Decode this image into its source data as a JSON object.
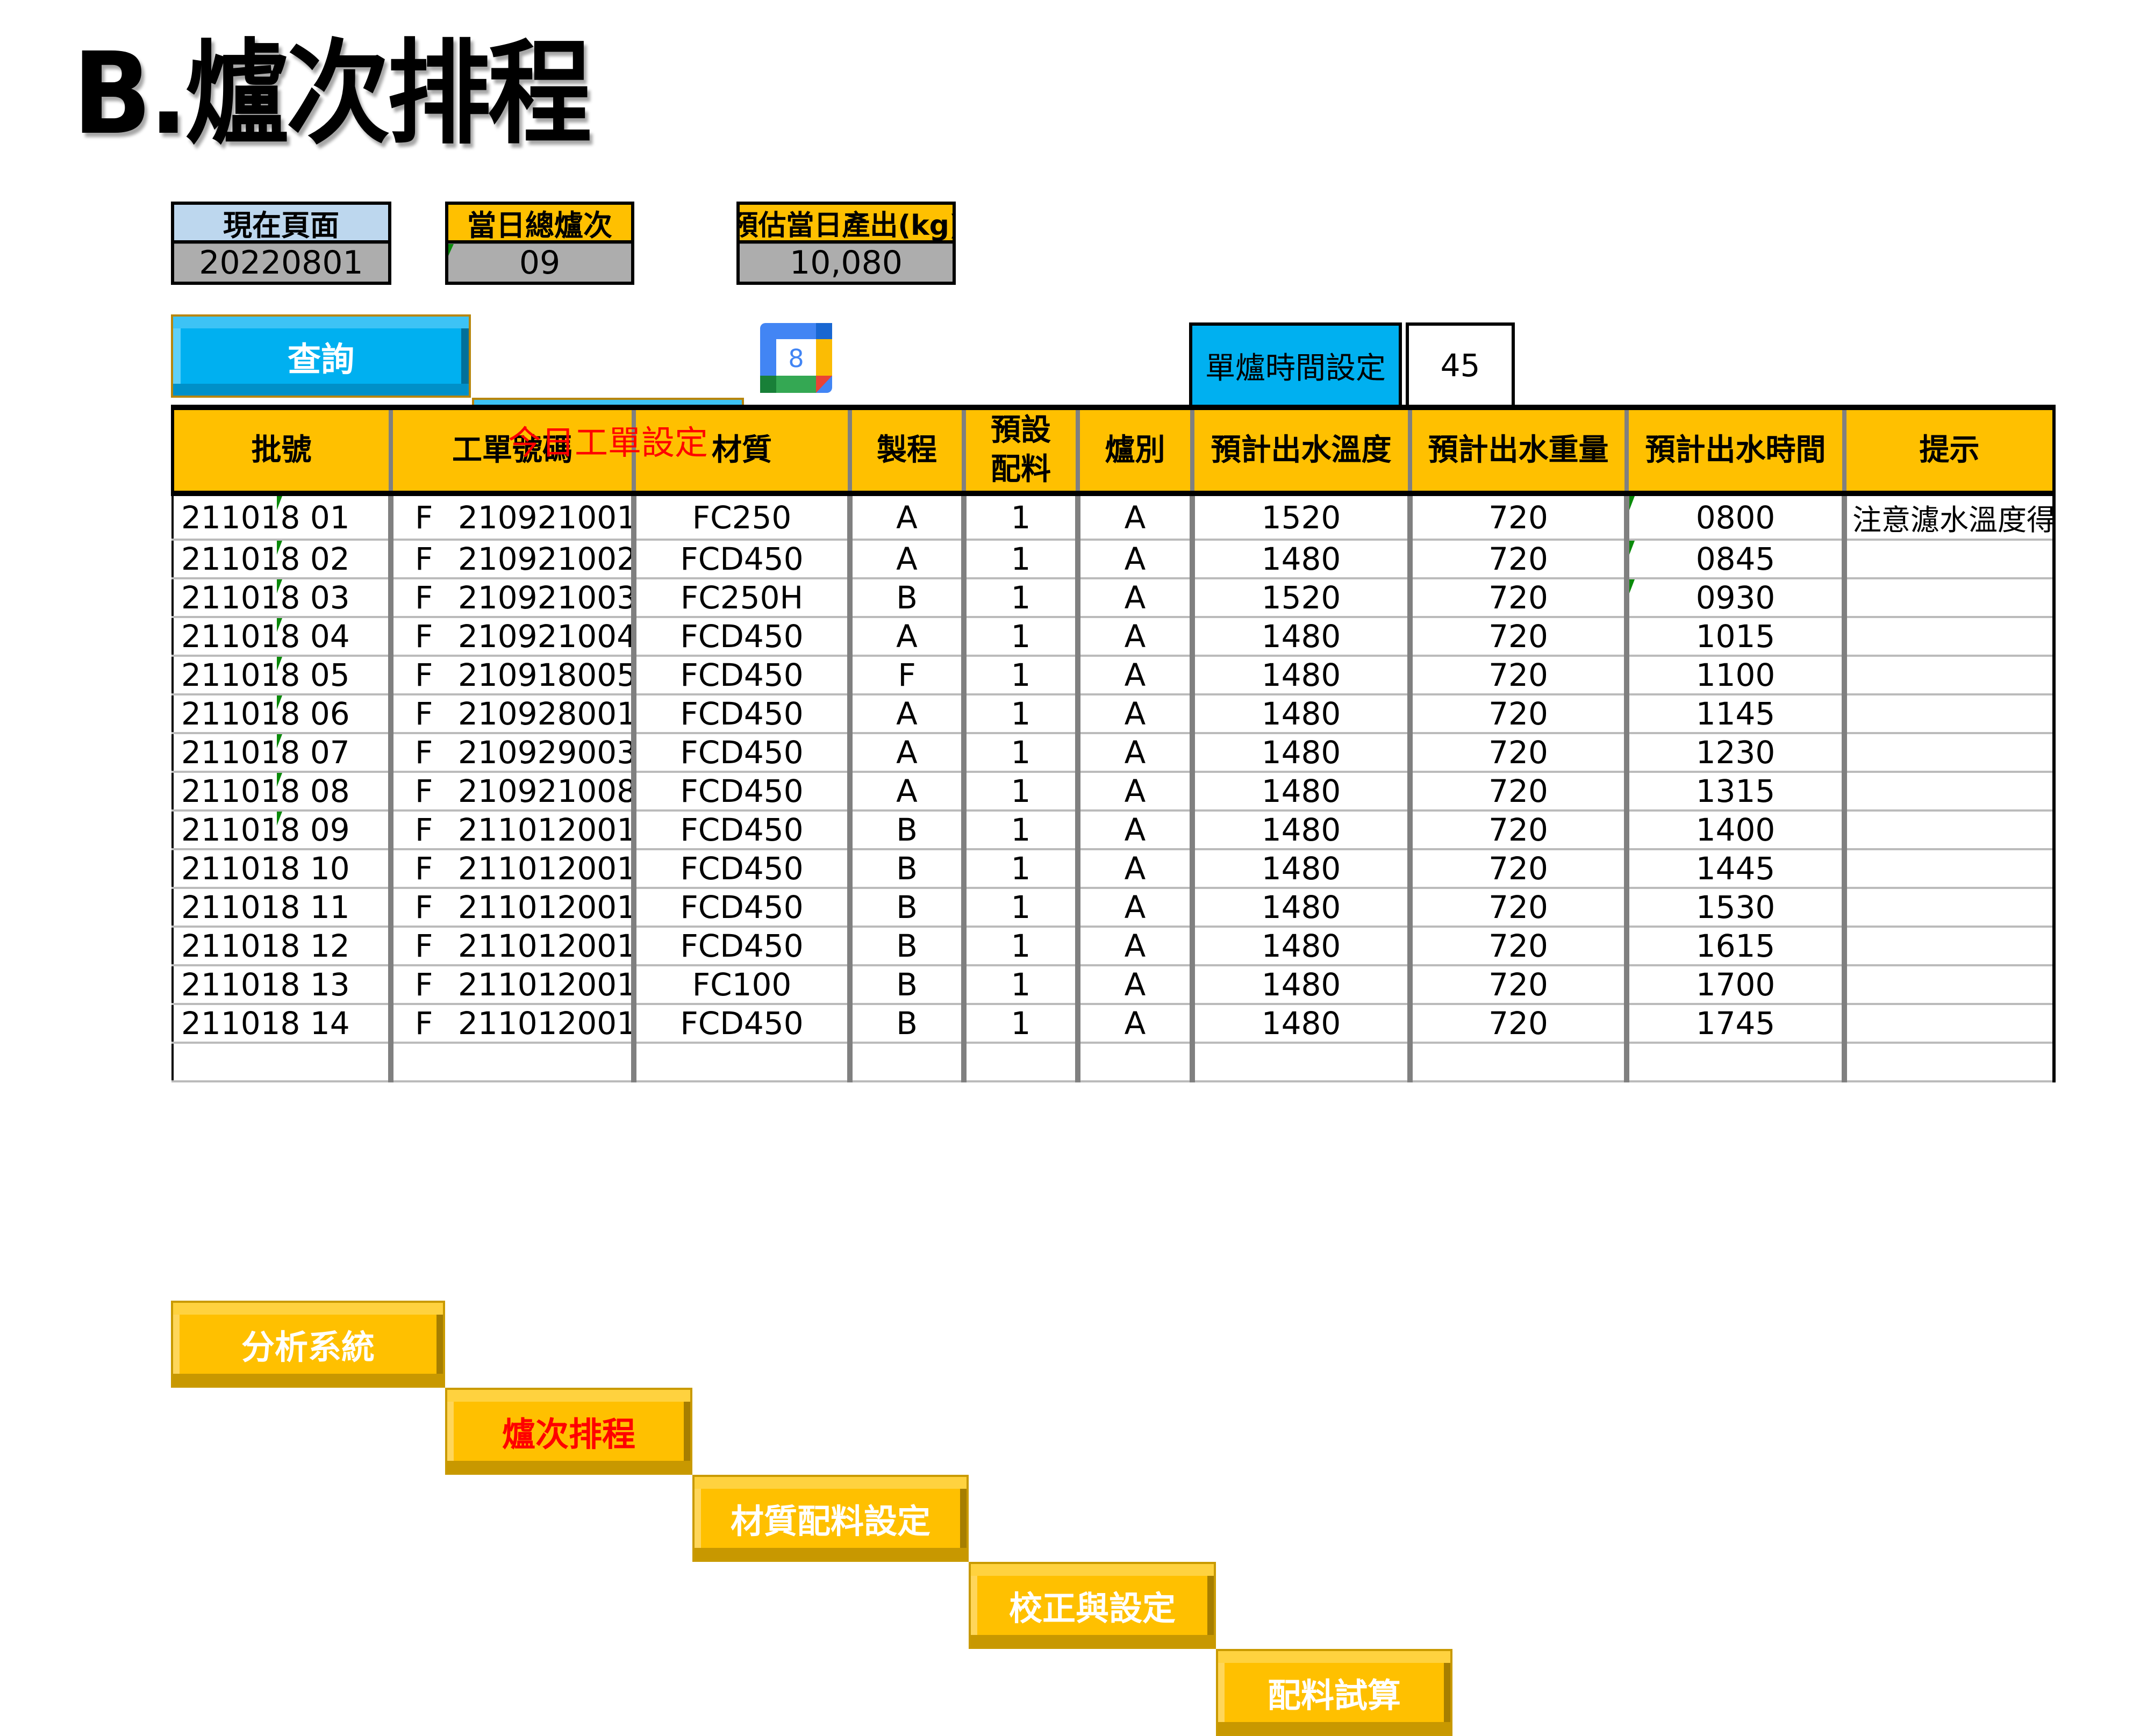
{
  "title": "B.爐次排程",
  "info": {
    "current_page": {
      "label": "現在頁面",
      "value": "20220801"
    },
    "daily_total_heats": {
      "label": "當日總爐次",
      "value": "09"
    },
    "estimated_output": {
      "label": "預估當日產出(kg)",
      "value": "10,080"
    }
  },
  "buttons": {
    "query": "查詢",
    "today_order_setting": "今日工單設定"
  },
  "calendar_icon": {
    "name": "google-calendar-icon",
    "digit": "8"
  },
  "furnace_time": {
    "label": "單爐時間設定",
    "value": "45"
  },
  "table": {
    "headers": [
      "批號",
      "工單號碼",
      "材質",
      "製程",
      "預設\n配料",
      "爐別",
      "預計出水溫度",
      "預計出水重量",
      "預計出水時間",
      "提示"
    ],
    "rows": [
      {
        "batch": "211018 01",
        "wo_prefix": "F",
        "wo": "210921001",
        "material": "FC250",
        "process": "A",
        "preset": "1",
        "furnace": "A",
        "temp": "1520",
        "weight": "720",
        "time": "0800",
        "note": "注意濾水溫度得"
      },
      {
        "batch": "211018 02",
        "wo_prefix": "F",
        "wo": "210921002",
        "material": "FCD450",
        "process": "A",
        "preset": "1",
        "furnace": "A",
        "temp": "1480",
        "weight": "720",
        "time": "0845",
        "note": ""
      },
      {
        "batch": "211018 03",
        "wo_prefix": "F",
        "wo": "210921003",
        "material": "FC250H",
        "process": "B",
        "preset": "1",
        "furnace": "A",
        "temp": "1520",
        "weight": "720",
        "time": "0930",
        "note": ""
      },
      {
        "batch": "211018 04",
        "wo_prefix": "F",
        "wo": "210921004",
        "material": "FCD450",
        "process": "A",
        "preset": "1",
        "furnace": "A",
        "temp": "1480",
        "weight": "720",
        "time": "1015",
        "note": ""
      },
      {
        "batch": "211018 05",
        "wo_prefix": "F",
        "wo": "210918005",
        "material": "FCD450",
        "process": "F",
        "preset": "1",
        "furnace": "A",
        "temp": "1480",
        "weight": "720",
        "time": "1100",
        "note": ""
      },
      {
        "batch": "211018 06",
        "wo_prefix": "F",
        "wo": "210928001",
        "material": "FCD450",
        "process": "A",
        "preset": "1",
        "furnace": "A",
        "temp": "1480",
        "weight": "720",
        "time": "1145",
        "note": ""
      },
      {
        "batch": "211018 07",
        "wo_prefix": "F",
        "wo": "210929003",
        "material": "FCD450",
        "process": "A",
        "preset": "1",
        "furnace": "A",
        "temp": "1480",
        "weight": "720",
        "time": "1230",
        "note": ""
      },
      {
        "batch": "211018 08",
        "wo_prefix": "F",
        "wo": "210921008",
        "material": "FCD450",
        "process": "A",
        "preset": "1",
        "furnace": "A",
        "temp": "1480",
        "weight": "720",
        "time": "1315",
        "note": ""
      },
      {
        "batch": "211018 09",
        "wo_prefix": "F",
        "wo": "211012001",
        "material": "FCD450",
        "process": "B",
        "preset": "1",
        "furnace": "A",
        "temp": "1480",
        "weight": "720",
        "time": "1400",
        "note": ""
      },
      {
        "batch": "211018 10",
        "wo_prefix": "F",
        "wo": "211012001",
        "material": "FCD450",
        "process": "B",
        "preset": "1",
        "furnace": "A",
        "temp": "1480",
        "weight": "720",
        "time": "1445",
        "note": ""
      },
      {
        "batch": "211018 11",
        "wo_prefix": "F",
        "wo": "211012001",
        "material": "FCD450",
        "process": "B",
        "preset": "1",
        "furnace": "A",
        "temp": "1480",
        "weight": "720",
        "time": "1530",
        "note": ""
      },
      {
        "batch": "211018 12",
        "wo_prefix": "F",
        "wo": "211012001",
        "material": "FCD450",
        "process": "B",
        "preset": "1",
        "furnace": "A",
        "temp": "1480",
        "weight": "720",
        "time": "1615",
        "note": ""
      },
      {
        "batch": "211018 13",
        "wo_prefix": "F",
        "wo": "211012001",
        "material": "FC100",
        "process": "B",
        "preset": "1",
        "furnace": "A",
        "temp": "1480",
        "weight": "720",
        "time": "1700",
        "note": ""
      },
      {
        "batch": "211018 14",
        "wo_prefix": "F",
        "wo": "211012001",
        "material": "FCD450",
        "process": "B",
        "preset": "1",
        "furnace": "A",
        "temp": "1480",
        "weight": "720",
        "time": "1745",
        "note": ""
      },
      {
        "batch": "",
        "wo_prefix": "",
        "wo": "",
        "material": "",
        "process": "",
        "preset": "",
        "furnace": "",
        "temp": "",
        "weight": "",
        "time": "",
        "note": ""
      }
    ],
    "batch_comment_marker_rows": [
      0,
      1,
      2,
      3,
      4,
      5,
      6,
      7,
      8
    ],
    "time_comment_marker_rows": [
      0,
      1,
      2
    ]
  },
  "nav": [
    {
      "label": "分析系統",
      "active": false
    },
    {
      "label": "爐次排程",
      "active": true
    },
    {
      "label": "材質配料設定",
      "active": false
    },
    {
      "label": "校正與設定",
      "active": false
    },
    {
      "label": "配料試算",
      "active": false
    }
  ],
  "colors": {
    "header_gold": "#ffc000",
    "button_blue": "#00b0f0",
    "label_light_blue": "#bdd7ee",
    "value_gray": "#adadad",
    "active_nav_text": "#ff0000",
    "comment_marker_green": "#0a8a0a"
  }
}
